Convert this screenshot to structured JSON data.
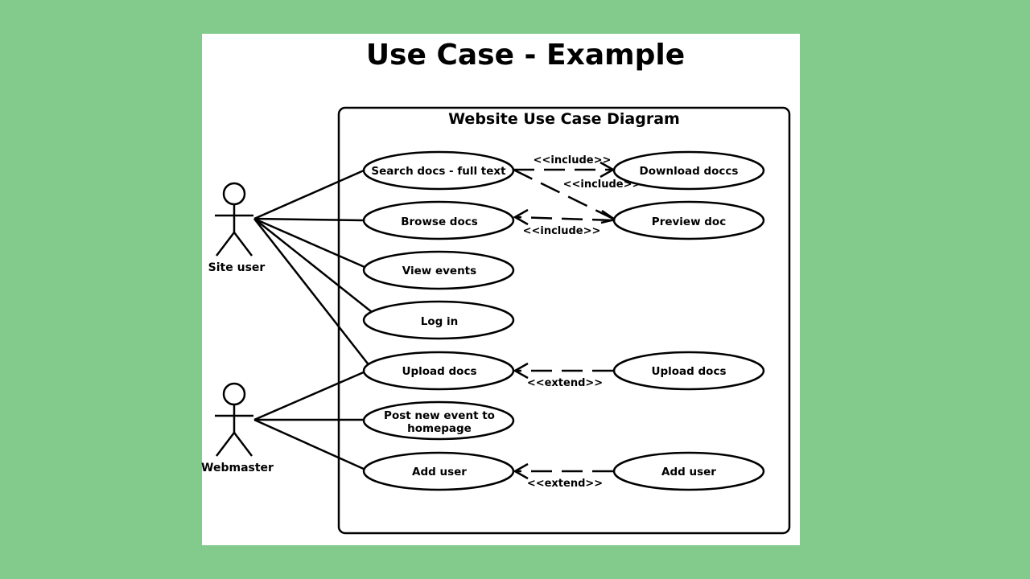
{
  "title": "Use Case - Example",
  "system": {
    "label": "Website Use Case Diagram"
  },
  "actors": {
    "site_user": "Site user",
    "webmaster": "Webmaster"
  },
  "use_cases": {
    "search_docs": "Search docs - full text",
    "download_docs": "Download doccs",
    "browse_docs": "Browse docs",
    "preview_doc": "Preview doc",
    "view_events": "View events",
    "log_in": "Log in",
    "upload_docs": "Upload docs",
    "upload_docs_ext": "Upload docs",
    "post_event_line1": "Post new event to",
    "post_event_line2": "homepage",
    "add_user": "Add user",
    "add_user_ext": "Add user"
  },
  "relations": {
    "include_1": "<<include>>",
    "include_2": "<<include>>",
    "include_3": "<<include>>",
    "extend_1": "<<extend>>",
    "extend_2": "<<extend>>"
  }
}
